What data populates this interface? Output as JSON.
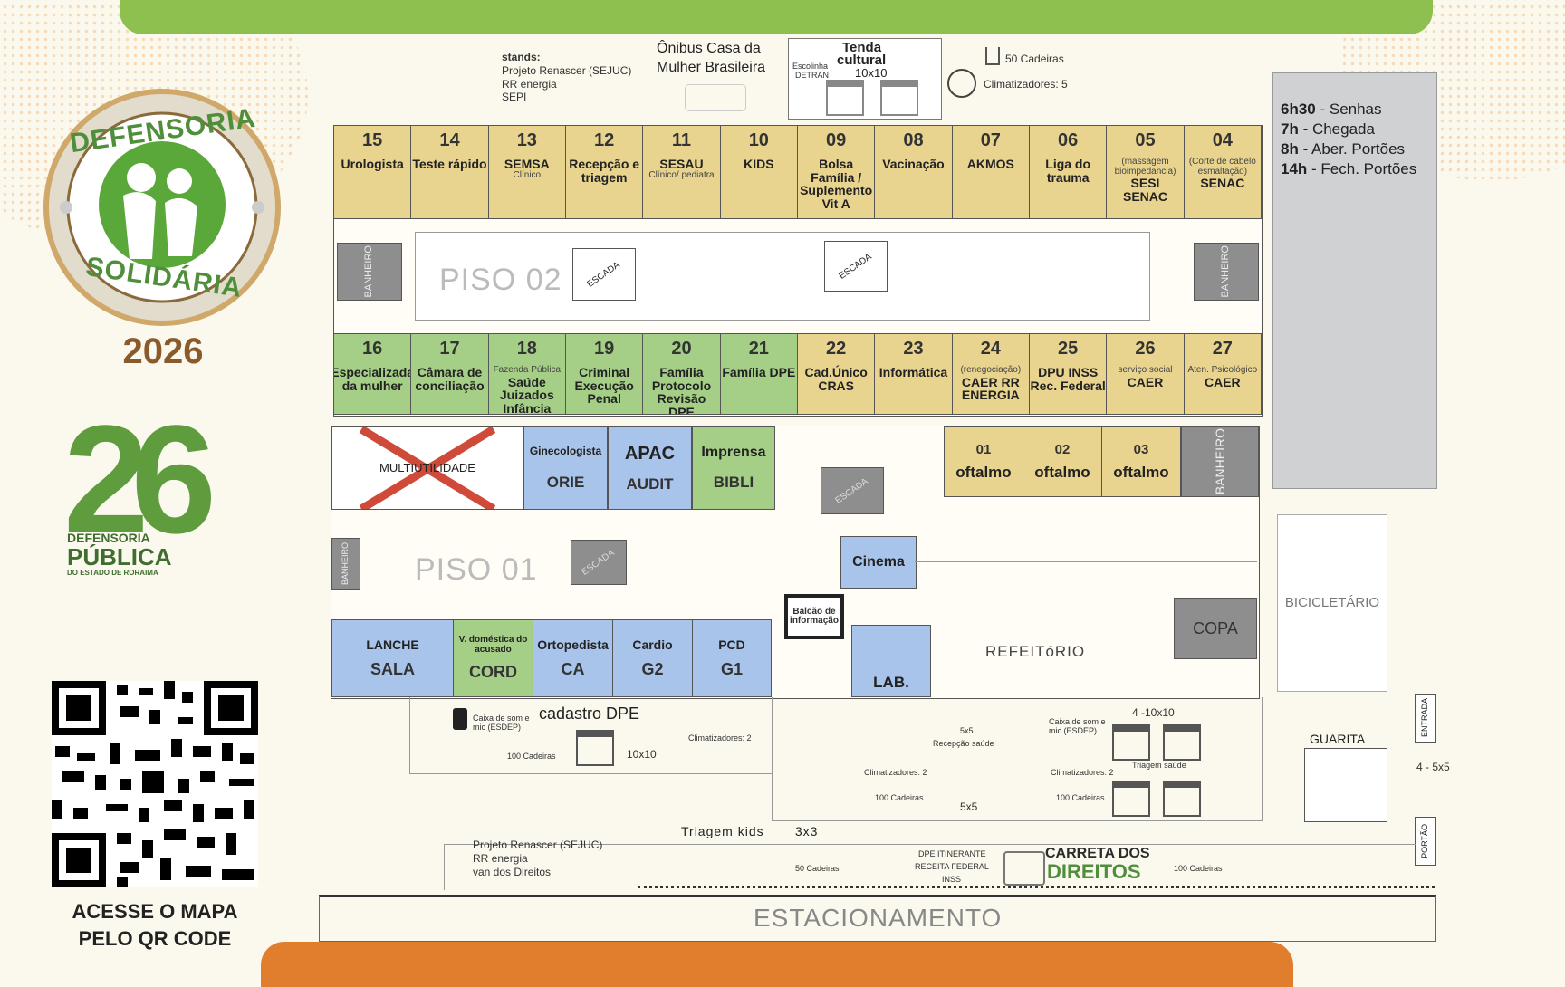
{
  "event": {
    "title_top": "DEFENSORIA",
    "title_bottom": "SOLIDÁRIA",
    "year": "2026",
    "logo_number": "26",
    "logo_org_1": "DEFENSORIA",
    "logo_org_2": "PÚBLICA",
    "logo_org_3": "DO ESTADO DE RORAIMA"
  },
  "qr": {
    "line1": "ACESSE O MAPA",
    "line2": "PELO QR CODE"
  },
  "top_info": {
    "stands_title": "stands:",
    "stands": [
      "Projeto Renascer (SEJUC)",
      "RR energia",
      "SEPI"
    ],
    "bus": [
      "Ônibus Casa da",
      "Mulher Brasileira"
    ],
    "tent_title": [
      "Tenda",
      "cultural"
    ],
    "tent_size": "10x10",
    "tent_side": [
      "Escolinha",
      "DETRAN"
    ],
    "chairs": "50 Cadeiras",
    "climatizadores": "Climatizadores: 5"
  },
  "schedule": [
    {
      "time": "6h30",
      "label": " - Senhas"
    },
    {
      "time": "7h",
      "label": " - Chegada"
    },
    {
      "time": "8h",
      "label": " - Aber. Portões"
    },
    {
      "time": "14h",
      "label": " - Fech. Portões"
    }
  ],
  "floor2": {
    "label": "PISO 02",
    "stair": "ESCADA",
    "bathroom": "BANHEIRO",
    "top_rooms": [
      {
        "num": "15",
        "label": "Urologista",
        "sub": ""
      },
      {
        "num": "14",
        "label": "Teste rápido",
        "sub": ""
      },
      {
        "num": "13",
        "label": "SEMSA",
        "sub": "Clínico"
      },
      {
        "num": "12",
        "label": "Recepção e triagem",
        "sub": ""
      },
      {
        "num": "11",
        "label": "SESAU",
        "sub": "Clínico/ pediatra"
      },
      {
        "num": "10",
        "label": "KIDS",
        "sub": ""
      },
      {
        "num": "09",
        "label": "Bolsa Família / Suplemento Vit A",
        "sub": ""
      },
      {
        "num": "08",
        "label": "Vacinação",
        "sub": ""
      },
      {
        "num": "07",
        "label": "AKMOS",
        "sub": ""
      },
      {
        "num": "06",
        "label": "Liga do trauma",
        "sub": ""
      },
      {
        "num": "05",
        "label": "SESI SENAC",
        "sub": "(massagem bioimpedancia)"
      },
      {
        "num": "04",
        "label": "SENAC",
        "sub": "(Corte de cabelo esmaltação)"
      }
    ],
    "bottom_rooms": [
      {
        "num": "16",
        "label": "Especializada da mulher",
        "sub": ""
      },
      {
        "num": "17",
        "label": "Câmara de conciliação",
        "sub": ""
      },
      {
        "num": "18",
        "label": "Saúde Juizados Infância",
        "sub": "Fazenda Pública"
      },
      {
        "num": "19",
        "label": "Criminal Execução Penal",
        "sub": ""
      },
      {
        "num": "20",
        "label": "Família Protocolo Revisão DPE",
        "sub": ""
      },
      {
        "num": "21",
        "label": "Família DPE",
        "sub": ""
      },
      {
        "num": "22",
        "label": "Cad.Único CRAS",
        "sub": ""
      },
      {
        "num": "23",
        "label": "Informática",
        "sub": ""
      },
      {
        "num": "24",
        "label": "CAER RR ENERGIA",
        "sub": "(renegociação)"
      },
      {
        "num": "25",
        "label": "DPU INSS Rec. Federal",
        "sub": ""
      },
      {
        "num": "26",
        "label": "CAER",
        "sub": "serviço social"
      },
      {
        "num": "27",
        "label": "CAER",
        "sub": "Aten. Psicológico"
      }
    ]
  },
  "floor1": {
    "label": "PISO 01",
    "multi": "MULTIUTILIDADE",
    "rooms_a": [
      {
        "top": "Ginecologista",
        "bottom": "ORIE"
      },
      {
        "top": "APAC",
        "bottom": "AUDIT"
      },
      {
        "top": "Imprensa",
        "bottom": "BIBLI"
      }
    ],
    "oftalmo": [
      {
        "num": "01",
        "label": "oftalmo"
      },
      {
        "num": "02",
        "label": "oftalmo"
      },
      {
        "num": "03",
        "label": "oftalmo"
      }
    ],
    "rooms_b": [
      {
        "top": "LANCHE",
        "bottom": "SALA"
      },
      {
        "top": "V. doméstica do acusado",
        "bottom": "CORD"
      },
      {
        "top": "Ortopedista",
        "bottom": "CA"
      },
      {
        "top": "Cardio",
        "bottom": "G2"
      },
      {
        "top": "PCD",
        "bottom": "G1"
      }
    ],
    "cinema": "Cinema",
    "balcao": "Balcão de informação",
    "lab": "LAB.",
    "refeitorio": "REFEITóRIO",
    "copa": "COPA",
    "bicicletario": "BICICLETÁRIO"
  },
  "outside": {
    "cadastro": "cadastro DPE",
    "speaker": "Caixa de som e mic (ESDEP)",
    "cadeiras100": "100 Cadeiras",
    "cadeiras50": "50 Cadeiras",
    "t10": "10x10",
    "clim2": "Climatizadores: 2",
    "t5": "5x5",
    "recepcao": "Recepção saúde",
    "triagem_saude": "Triagem saúde",
    "t4_10": "4 -10x10",
    "guarita": "GUARITA",
    "t4_5": "4 - 5x5",
    "entrada": "ENTRADA",
    "portao": "PORTÃO",
    "triagem_kids": "Triagem kids",
    "t3": "3x3",
    "renascer": [
      "Projeto Renascer (SEJUC)",
      "RR energia",
      "van dos Direitos"
    ],
    "itinerante": [
      "DPE ITINERANTE",
      "RECEITA FEDERAL",
      "INSS"
    ],
    "carreta1": "CARRETA DOS",
    "carreta2": "DIREITOS",
    "estacionamento": "ESTACIONAMENTO"
  }
}
